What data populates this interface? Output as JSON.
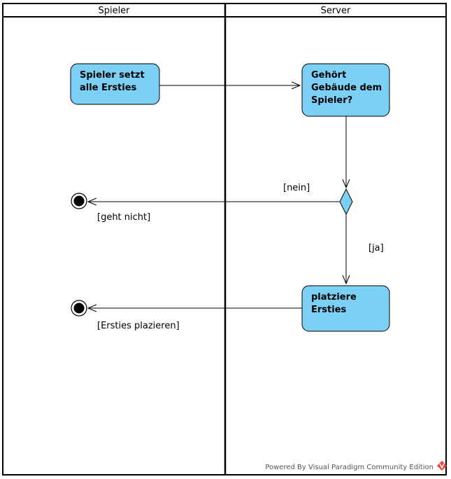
{
  "lanes": {
    "left": "Spieler",
    "right": "Server"
  },
  "actions": {
    "set": [
      "Spieler setzt",
      "alle Ersties"
    ],
    "check": [
      "Gehört",
      "Gebäude dem",
      "Spieler?"
    ],
    "place": [
      "platziere",
      "Ersties"
    ]
  },
  "guards": {
    "no": "[nein]",
    "yes": "[ja]",
    "fail": "[geht nicht]",
    "done": "[Ersties plazieren]"
  },
  "footer": "Powered By Visual Paradigm Community Edition",
  "colors": {
    "action_fill": "#7dd0f5",
    "stroke": "#000000"
  }
}
